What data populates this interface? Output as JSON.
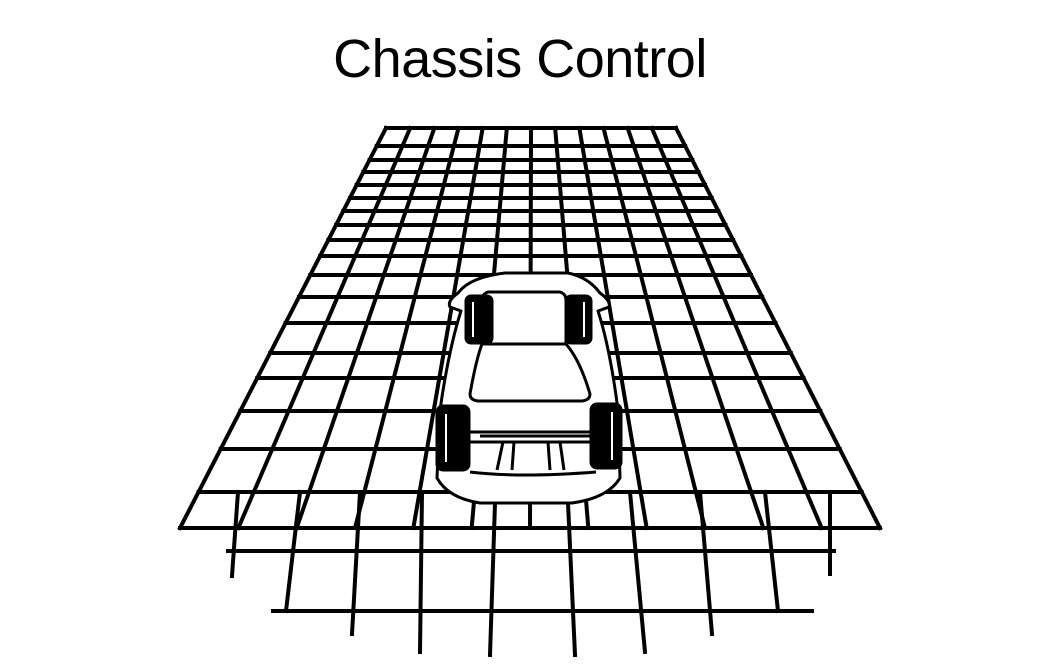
{
  "title": "Chassis Control",
  "colors": {
    "line": "#000000",
    "background": "#ffffff",
    "body_fill": "#ffffff",
    "tire": "#000000"
  },
  "illustration": {
    "subject": "car-on-grid",
    "view": "top-rear-perspective"
  }
}
